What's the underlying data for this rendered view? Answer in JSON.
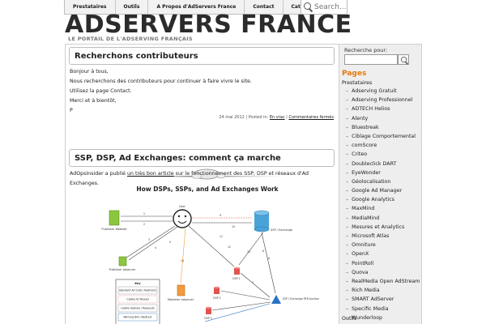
{
  "nav": {
    "items": [
      "Prestataires",
      "Outils",
      "A Propos d'AdServers France",
      "Contact",
      "Catégories"
    ],
    "search_placeholder": "Search..."
  },
  "header": {
    "title": "ADSERVERS FRANCE",
    "tagline": "LE PORTAIL DE L'ADSERVING FRANÇAIS"
  },
  "posts": [
    {
      "title": "Recherchons contributeurs",
      "lines": [
        "Bonjour à tous,",
        "Nous recherchons des contributeurs pour continuer à faire vivre le site.",
        "Utilisez la page Contact.",
        "Merci et à bientôt,",
        "P"
      ],
      "meta_date": "24 mai 2012 | Posted in: ",
      "meta_category": "En vrac",
      "meta_sep": " | ",
      "meta_comments": "Commentaires fermés"
    },
    {
      "title": "SSP, DSP, Ad Exchanges: comment ça marche",
      "intro_before": "AdOpsInsider a publié ",
      "intro_link": "un très bon article",
      "intro_after": " sur le fonctionnement des SSP, DSP et réseaux d'Ad Exchanges."
    }
  ],
  "diagram": {
    "title": "How DSPs, SSPs, and Ad Exchanges Work",
    "user": "User",
    "publisher_website": "Publisher Website",
    "publisher_adserver": "Publisher Adserver",
    "ssp_exchange": "SSP / Exchange",
    "ssp_auction": "SSP / Exchange RTB Auction",
    "marketer_adserver": "Marketer Adserver",
    "dsp1": "DSP 1",
    "dsp2": "DSP 2",
    "dsp3": "DSP 3",
    "key_title": "Key",
    "key_items": [
      "Standard Ad Calls / Redirects",
      "Cookie ID Passed",
      "Cookie Stamps / Requests",
      "Winning Bid / Redirect"
    ],
    "step_labels": [
      "1",
      "2",
      "3",
      "4",
      "5",
      "6",
      "7",
      "8",
      "9",
      "10",
      "11",
      "12",
      "13",
      "14"
    ],
    "colors": {
      "green": "#8cc63f",
      "blue_cylinder": "#4aa3d8",
      "red_cylinder": "#e0534f",
      "orange": "#f39a3a",
      "auction": "#2a73c4"
    }
  },
  "sidebar": {
    "search_label": "Recherche pour:",
    "pages_heading": "Pages",
    "category_top": "Prestataires",
    "items": [
      "Adserving Gratuit",
      "Adserving Professionnel",
      "ADTECH Helios",
      "Alenty",
      "Bluestreak",
      "Ciblage Comportemental",
      "comScore",
      "Criteo",
      "Doubleclick DART",
      "EyeWonder",
      "Géolocalisation",
      "Google Ad Manager",
      "Google Analytics",
      "MaxMind",
      "MediaMind",
      "Mesures et Analytics",
      "Microsoft Atlas",
      "Omniture",
      "OpenX",
      "PointRoll",
      "Quova",
      "RealMedia Open AdStream",
      "Rich Media",
      "SMART AdServer",
      "Specific Media",
      "Wunderloop"
    ],
    "category_bottom": "Outils"
  }
}
